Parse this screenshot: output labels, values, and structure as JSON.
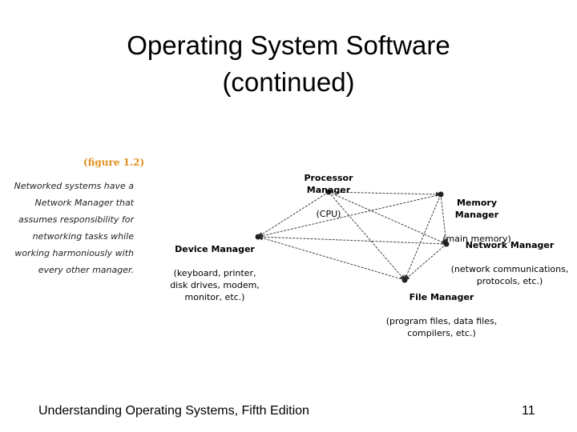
{
  "slide": {
    "title_line1": "Operating System Software",
    "title_line2": "(continued)",
    "footer": "Understanding Operating Systems, Fifth Edition",
    "page_number": "11"
  },
  "figure": {
    "label": "(figure 1.2)",
    "caption": "Networked systems have a Network Manager that assumes responsibility for networking tasks while working harmoniously with every other manager.",
    "caption_color": "#e0901f",
    "nodes": [
      {
        "id": "processor",
        "name": "Processor Manager",
        "desc": "(CPU)"
      },
      {
        "id": "memory",
        "name": "Memory Manager",
        "desc": "(main memory)"
      },
      {
        "id": "network",
        "name": "Network Manager",
        "desc": "(network communications,\nprotocols, etc.)"
      },
      {
        "id": "file",
        "name": "File Manager",
        "desc": "(program files, data files,\ncompilers, etc.)"
      },
      {
        "id": "device",
        "name": "Device Manager",
        "desc": "(keyboard, printer,\ndisk drives, modem,\nmonitor, etc.)"
      }
    ],
    "edges": [
      [
        "processor",
        "memory"
      ],
      [
        "processor",
        "network"
      ],
      [
        "processor",
        "file"
      ],
      [
        "processor",
        "device"
      ],
      [
        "memory",
        "network"
      ],
      [
        "memory",
        "file"
      ],
      [
        "memory",
        "device"
      ],
      [
        "network",
        "file"
      ],
      [
        "network",
        "device"
      ],
      [
        "file",
        "device"
      ]
    ]
  }
}
